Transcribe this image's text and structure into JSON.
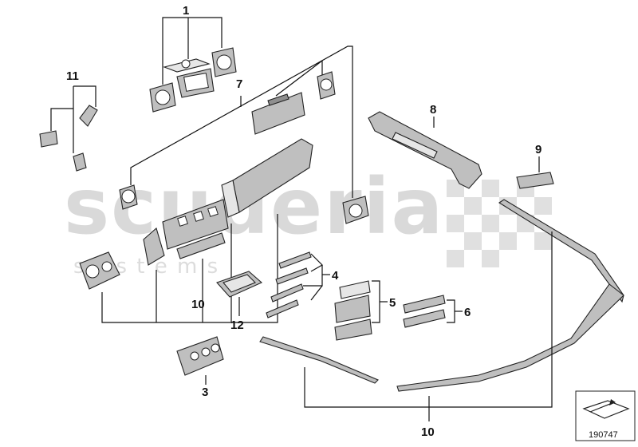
{
  "watermark": {
    "brand": "scuderia",
    "tagline": "s y s t e m s"
  },
  "callouts": {
    "c1": "1",
    "c3": "3",
    "c4": "4",
    "c5": "5",
    "c6": "6",
    "c7": "7",
    "c8": "8",
    "c9": "9",
    "c10a": "10",
    "c10b": "10",
    "c11": "11",
    "c12": "12"
  },
  "reference_number": "190747",
  "icon_names": {
    "corner": "view-direction-arrow-icon"
  }
}
